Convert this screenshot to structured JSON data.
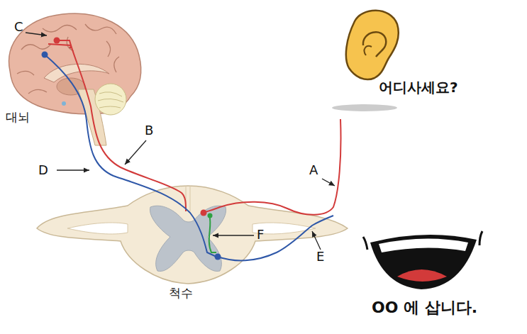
{
  "diagram": {
    "labels": [
      "C",
      "어디사세요?",
      "대뇌",
      "B",
      "D",
      "A",
      "F",
      "E",
      "척수",
      "OO 에 삽니다."
    ]
  }
}
